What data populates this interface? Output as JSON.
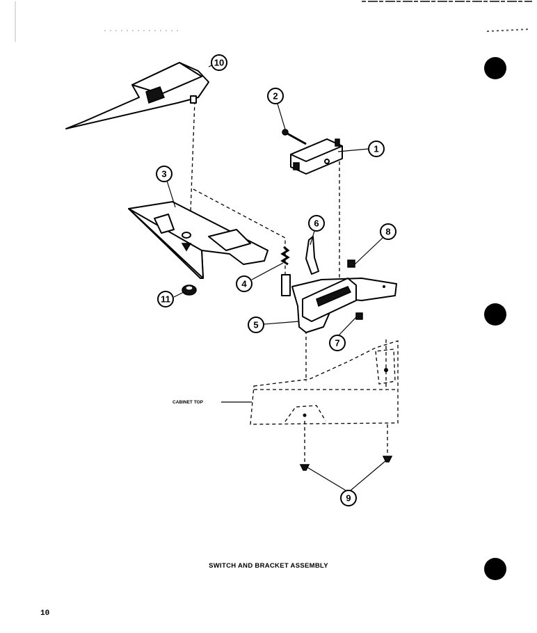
{
  "caption": "SWITCH AND BRACKET ASSEMBLY",
  "page_number": "10",
  "cabinet_label": "CABINET TOP",
  "callouts": [
    "1",
    "2",
    "3",
    "4",
    "5",
    "6",
    "7",
    "8",
    "9",
    "10",
    "11"
  ],
  "binder_holes": 3
}
